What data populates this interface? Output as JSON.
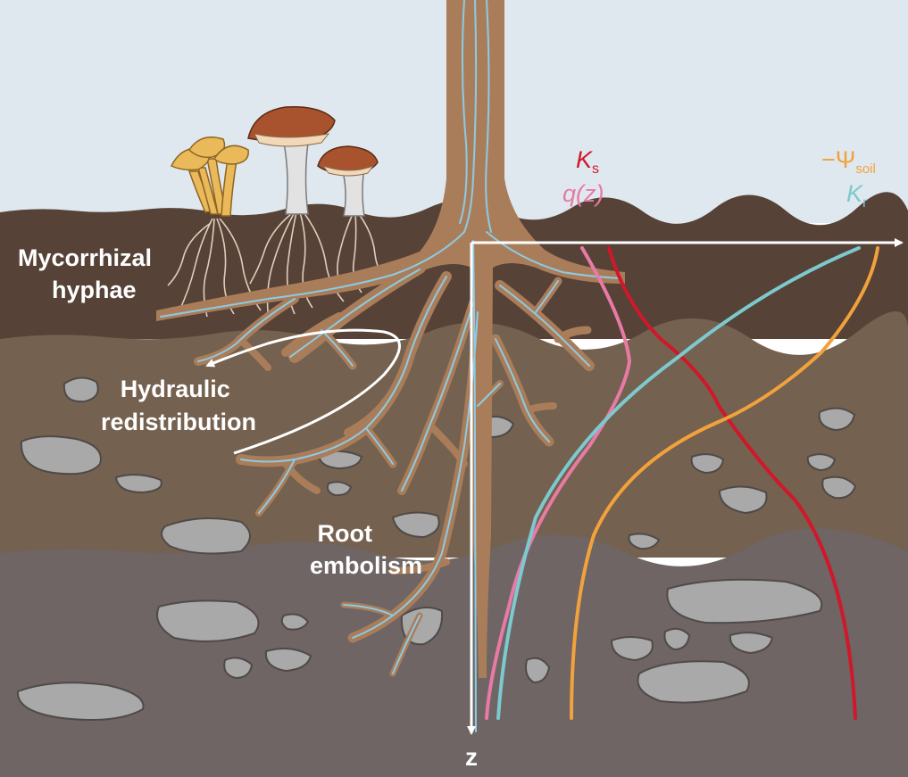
{
  "labels": {
    "mycorrhizal_line1": "Mycorrhizal",
    "mycorrhizal_line2": "hyphae",
    "hydraulic_line1": "Hydraulic",
    "hydraulic_line2": "redistribution",
    "root_line1": "Root",
    "root_line2": "embolism",
    "z_axis": "z"
  },
  "legend": {
    "ks": {
      "symbol": "K",
      "subscript": "s",
      "color": "#d0182a"
    },
    "qz": {
      "text": "q(z)",
      "color": "#e87aa6"
    },
    "psi": {
      "symbol": "−Ψ",
      "subscript": "soil",
      "color": "#f2a23c"
    },
    "kr": {
      "symbol": "K",
      "subscript": "r",
      "color": "#7cc9cf"
    }
  },
  "colors": {
    "sky": "#dfe8ef",
    "topsoil": "#564237",
    "layer2": "#75614f",
    "layer3": "#6e6564",
    "trunk": "#aa7d5a",
    "xylem": "#8ccbe4",
    "rock": "#a9a9a9"
  },
  "icons": [
    "mushroom-icon",
    "tree-root-icon",
    "rock-icon"
  ]
}
